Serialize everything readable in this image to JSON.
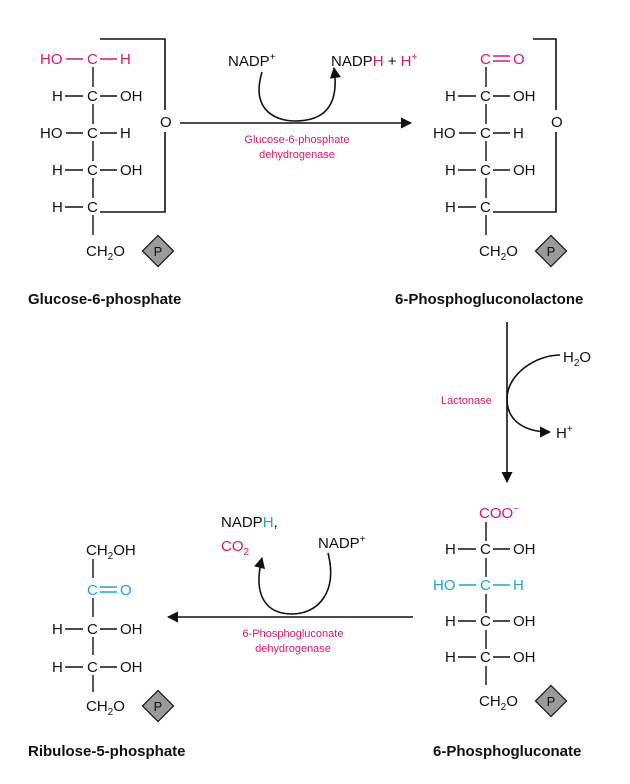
{
  "colors": {
    "magenta": "#d6186e",
    "blue": "#1ba3d6",
    "black": "#111111",
    "phosphate_fill": "#9a9a9a"
  },
  "common": {
    "h": "H",
    "ho": "HO",
    "oh": "OH",
    "c": "C",
    "o": "O",
    "ch2o": "CH",
    "ch2o_sub": "2",
    "ch2o_tail": "O",
    "p": "P",
    "ch2oh_a": "CH",
    "ch2oh_sub": "2",
    "ch2oh_b": "OH"
  },
  "molecules": {
    "g6p_label": "Glucose-6-phosphate",
    "pgl_label": "6-Phosphogluconolactone",
    "pg_label": "6-Phosphogluconate",
    "ru5p_label": "Ribulose-5-phosphate",
    "coo": "COO",
    "coo_sup": "−"
  },
  "reactions": {
    "r1": {
      "enzyme_line1": "Glucose-6-phosphate",
      "enzyme_line2": "dehydrogenase",
      "in_text": "NADP",
      "in_sup": "+",
      "out_nadp": "NADP",
      "out_h": "H",
      "out_plus": " + ",
      "out_hplus": "H",
      "out_hplus_sup": "+"
    },
    "r2": {
      "enzyme": "Lactonase",
      "in": "H",
      "in_sub": "2",
      "in_tail": "O",
      "out": "H",
      "out_sup": "+"
    },
    "r3": {
      "enzyme_line1": "6-Phosphogluconate",
      "enzyme_line2": "dehydrogenase",
      "in_text": "NADP",
      "in_sup": "+",
      "out_nadp": "NADP",
      "out_h": "H",
      "out_comma": ",",
      "out_co": "CO",
      "out_co_sub": "2"
    }
  }
}
